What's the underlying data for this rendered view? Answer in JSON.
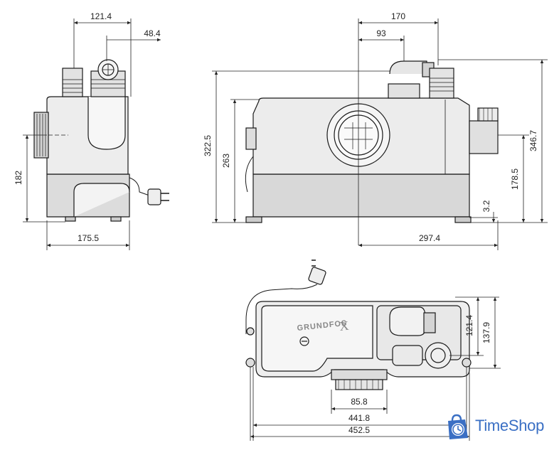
{
  "dimensions": {
    "side_width_top": "121.4",
    "side_outlet_offset": "48.4",
    "side_height": "182",
    "side_base_width": "175.5",
    "front_outlet_total": "170",
    "front_outlet_inner": "93",
    "front_height_total": "322.5",
    "front_body_height": "263",
    "front_inlet_height": "178.5",
    "front_foot_height": "3.2",
    "front_outer_height": "346.7",
    "front_half_width": "297.4",
    "top_depth_inner": "121.4",
    "top_depth_outer": "137.9",
    "top_inlet_width": "85.8",
    "top_width_inner": "441.8",
    "top_width_total": "452.5"
  },
  "embossed_brand": "GRUNDFOS",
  "watermark": {
    "name": "TimeShop",
    "color": "#3a6fc4"
  },
  "colors": {
    "line": "#1a1a1a",
    "body_fill": "#e9e9e9",
    "base_fill": "#d8d8d8"
  }
}
